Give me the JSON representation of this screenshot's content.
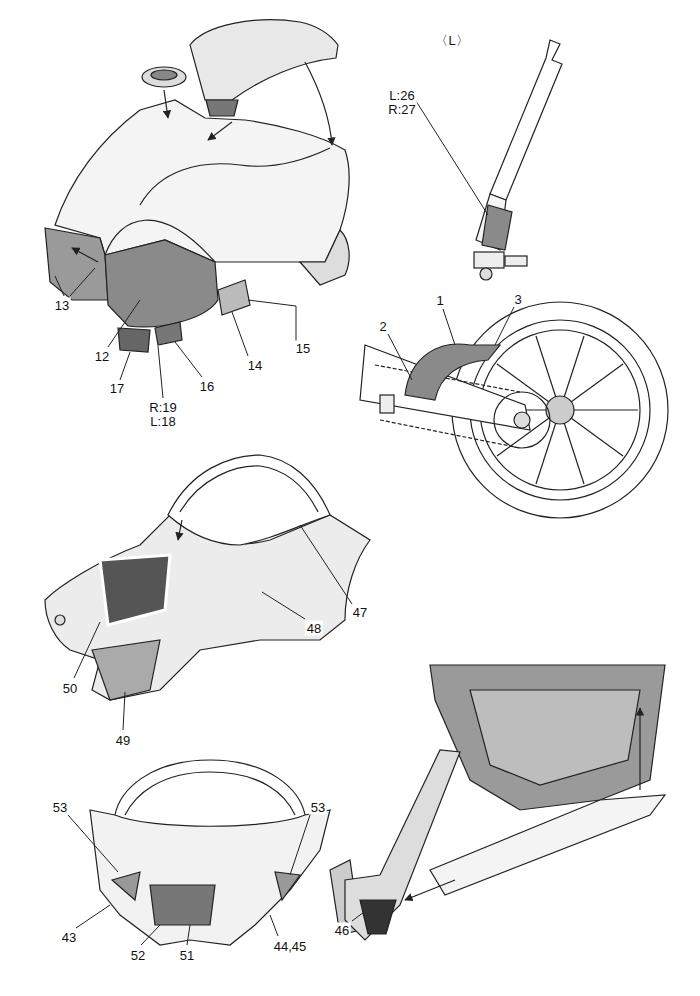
{
  "diagram": {
    "labels": [
      "13",
      "12",
      "17",
      "R:19",
      "L:18",
      "16",
      "14",
      "15",
      "〈L〉",
      "L:26",
      "R:27",
      "1",
      "2",
      "3",
      "47",
      "48",
      "50",
      "49",
      "53",
      "53",
      "43",
      "52",
      "51",
      "44,45",
      "46"
    ]
  }
}
